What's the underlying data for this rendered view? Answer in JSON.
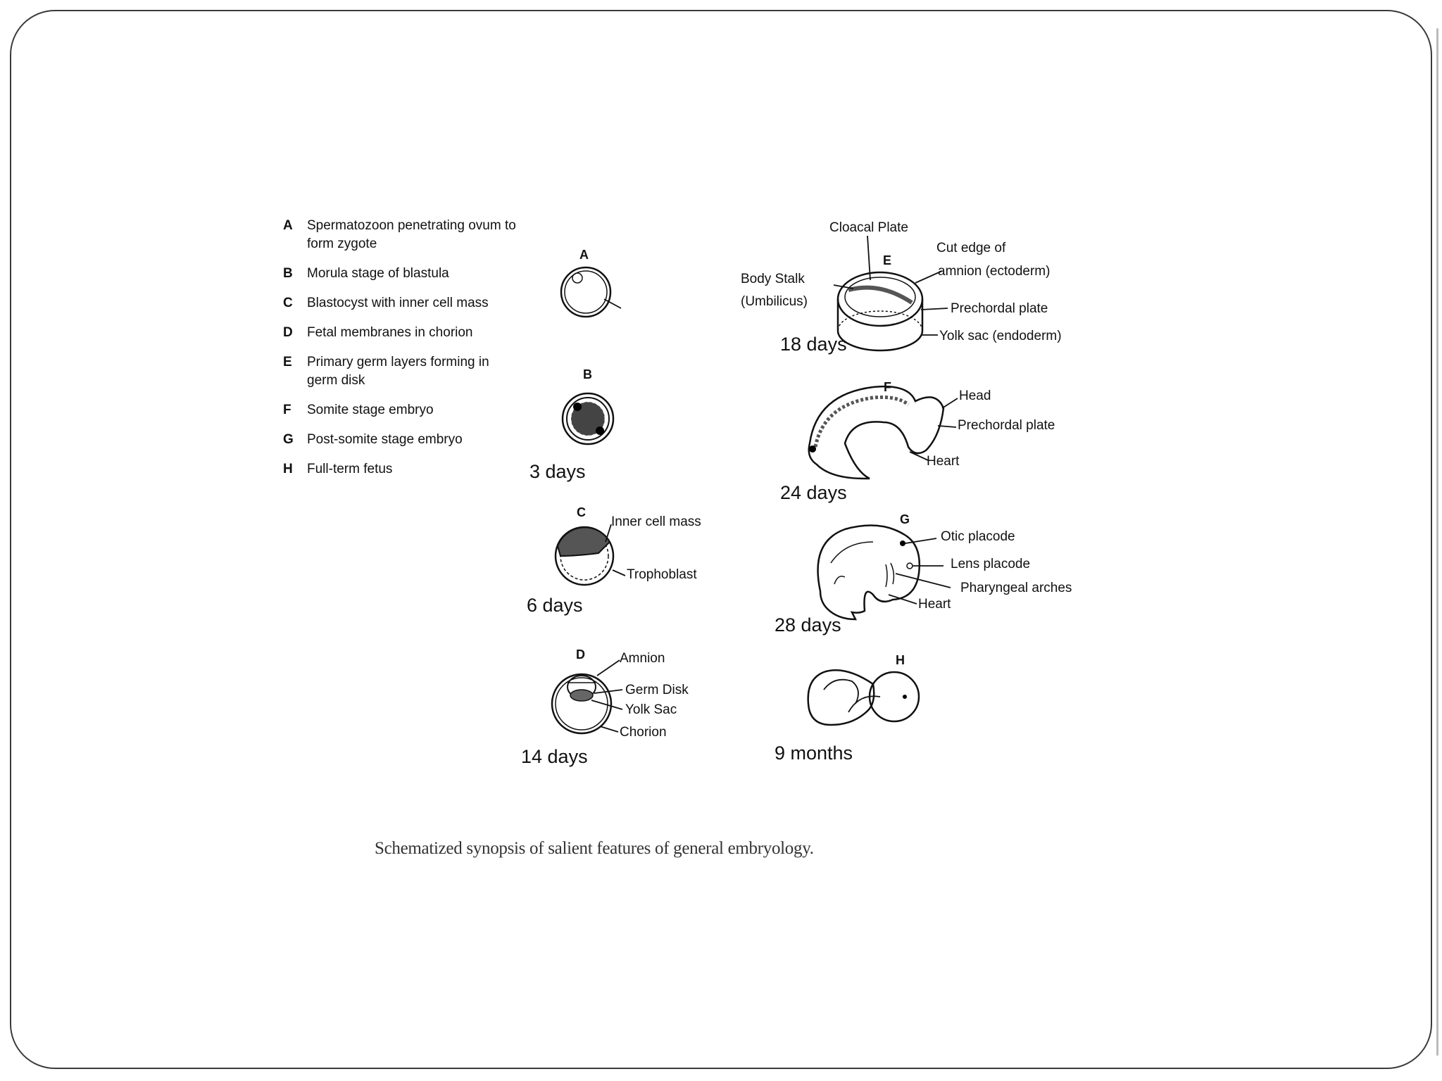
{
  "legend": [
    {
      "letter": "A",
      "text": "Spermatozoon penetrating ovum to form zygote"
    },
    {
      "letter": "B",
      "text": "Morula stage of blastula"
    },
    {
      "letter": "C",
      "text": "Blastocyst with inner cell mass"
    },
    {
      "letter": "D",
      "text": "Fetal membranes in chorion"
    },
    {
      "letter": "E",
      "text": "Primary germ layers forming in germ disk"
    },
    {
      "letter": "F",
      "text": "Somite stage embryo"
    },
    {
      "letter": "G",
      "text": "Post-somite stage embryo"
    },
    {
      "letter": "H",
      "text": "Full-term fetus"
    }
  ],
  "stages": {
    "A": {
      "letter": "A"
    },
    "B": {
      "letter": "B",
      "age": "3 days"
    },
    "C": {
      "letter": "C",
      "age": "6 days",
      "labels": [
        "Inner cell mass",
        "Trophoblast"
      ]
    },
    "D": {
      "letter": "D",
      "age": "14 days",
      "labels": [
        "Amnion",
        "Germ Disk",
        "Yolk Sac",
        "Chorion"
      ]
    },
    "E": {
      "letter": "E",
      "age": "18 days",
      "labels": [
        "Cloacal Plate",
        "Cut edge of",
        "amnion (ectoderm)",
        "Body Stalk",
        "(Umbilicus)",
        "Prechordal plate",
        "Yolk sac (endoderm)"
      ]
    },
    "F": {
      "letter": "F",
      "age": "24 days",
      "labels": [
        "Head",
        "Prechordal plate",
        "Heart"
      ]
    },
    "G": {
      "letter": "G",
      "age": "28 days",
      "labels": [
        "Otic placode",
        "Lens placode",
        "Pharyngeal arches",
        "Heart"
      ]
    },
    "H": {
      "letter": "H",
      "age": "9 months"
    }
  },
  "caption": "Schematized synopsis of salient features of general embryology."
}
